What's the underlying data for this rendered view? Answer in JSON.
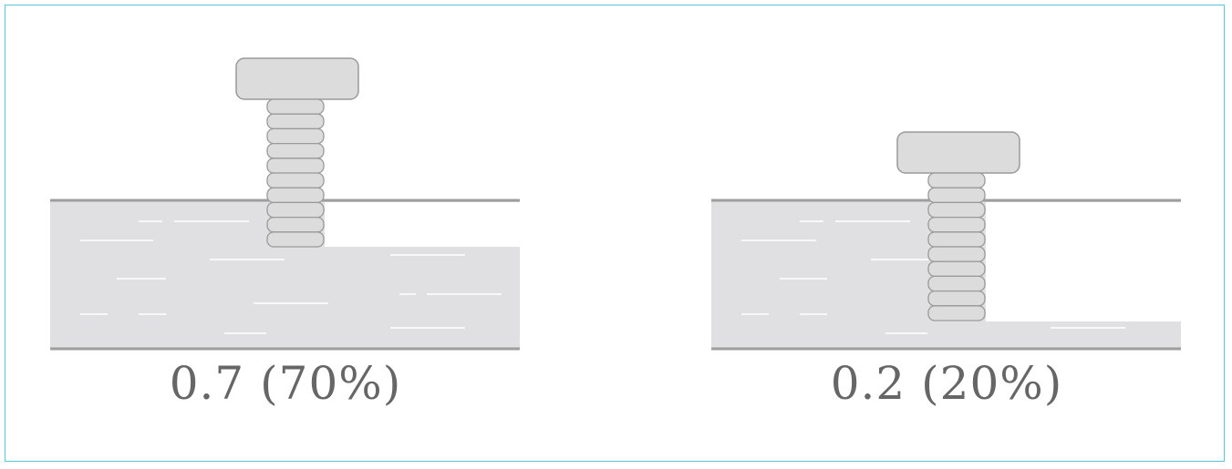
{
  "panels": [
    {
      "caption": "0.7 (70%)",
      "fraction": 0.7
    },
    {
      "caption": "0.2 (20%)",
      "fraction": 0.2
    }
  ],
  "colors": {
    "border": "#5cc4dc",
    "slab": "#e0e0e2",
    "slab_edge": "#9e9e9e",
    "screw": "#dcdcdc",
    "screw_stroke": "#9a9a9a",
    "caption": "#666666"
  }
}
